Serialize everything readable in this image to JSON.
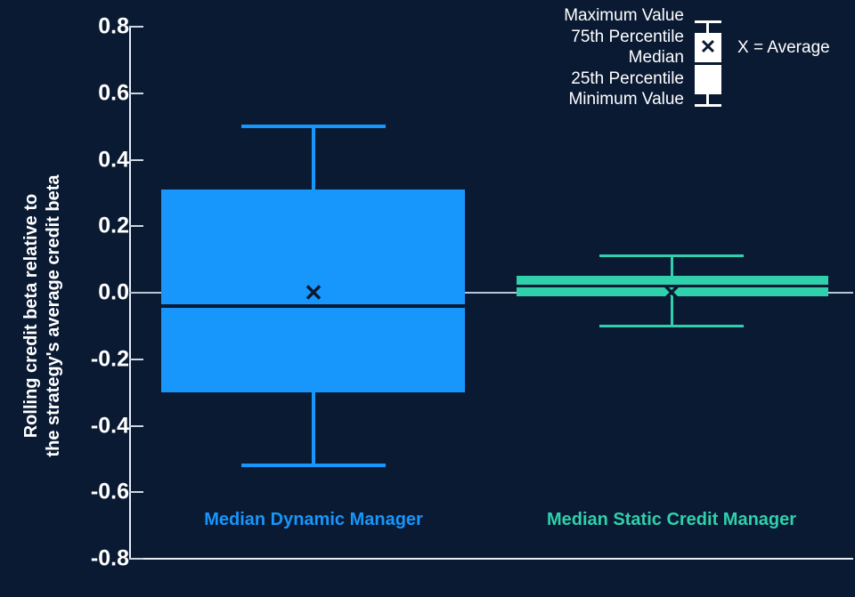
{
  "chart_data": {
    "type": "box",
    "title": "",
    "xlabel": "",
    "ylabel": "Rolling credit beta relative to the strategy's average credit beta",
    "ylabel_line1": "Rolling credit beta relative to",
    "ylabel_line2": "the strategy's average credit beta",
    "ylim": [
      -0.8,
      0.8
    ],
    "ytick_values": [
      0.8,
      0.6,
      0.4,
      0.2,
      0.0,
      -0.2,
      -0.4,
      -0.6,
      -0.8
    ],
    "ytick_labels": [
      "0.8",
      "0.6",
      "0.4",
      "0.2",
      "0.0",
      "-0.2",
      "-0.4",
      "-0.6",
      "-0.8"
    ],
    "grid": false,
    "zero_reference_line": 0.0,
    "categories": [
      "Median Dynamic Manager",
      "Median Static Credit Manager"
    ],
    "boxes": [
      {
        "name": "Median Dynamic Manager",
        "color": "#1796fb",
        "maximum": 0.5,
        "p75": 0.31,
        "median": -0.04,
        "p25": -0.3,
        "minimum": -0.52,
        "average": 0.0
      },
      {
        "name": "Median Static Credit Manager",
        "color": "#2fd0ab",
        "maximum": 0.11,
        "p75": 0.05,
        "median": 0.02,
        "p25": -0.01,
        "minimum": -0.1,
        "average": 0.0
      }
    ]
  },
  "legend": {
    "labels": [
      "Maximum Value",
      "75th Percentile",
      "Median",
      "25th Percentile",
      "Minimum Value"
    ],
    "note": "X = Average",
    "average_marker": "✕"
  },
  "colors": {
    "background": "#0a1a33",
    "axis": "#e8eef5",
    "text": "#ffffff",
    "dynamic": "#1796fb",
    "static": "#2fd0ab",
    "zero_line": "#b9c6d6"
  },
  "markers": {
    "mean_glyph": "✕"
  }
}
